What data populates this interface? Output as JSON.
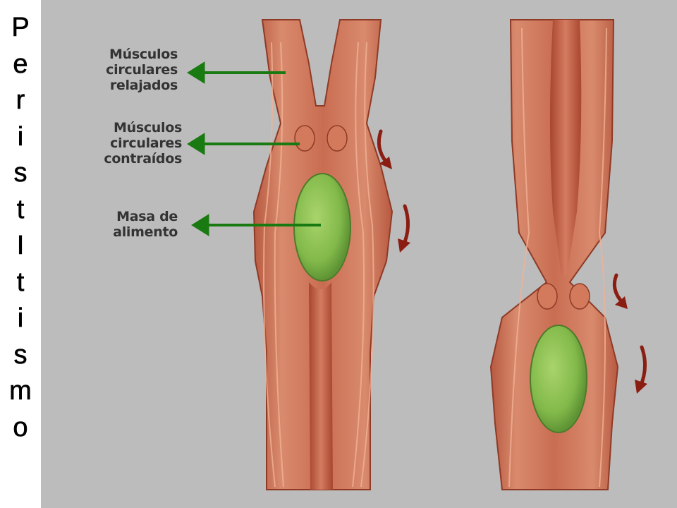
{
  "title": {
    "letters": [
      "P",
      "e",
      "r",
      "i",
      "s",
      "t",
      "I",
      "t",
      "i",
      "s",
      "m",
      "o"
    ]
  },
  "labels": {
    "relaxed": [
      "Músculos",
      "circulares",
      "relajados"
    ],
    "contracted": [
      "Músculos",
      "circulares",
      "contraídos"
    ],
    "food": [
      "Masa de",
      "alimento"
    ]
  },
  "colors": {
    "background": "#bcbcbc",
    "muscle": "#c8694f",
    "muscle_light": "#e7a588",
    "food_bolus": "#8fc456",
    "arrow_green": "#1a7a12",
    "motion_arrow": "#8b1e12"
  }
}
